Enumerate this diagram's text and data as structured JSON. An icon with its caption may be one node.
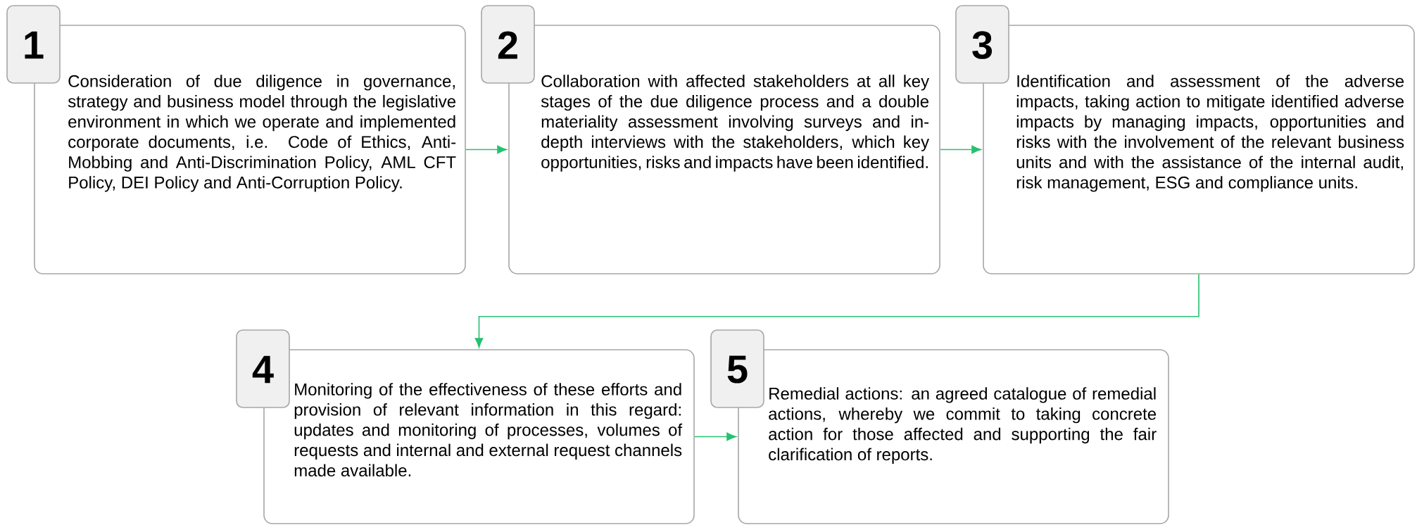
{
  "diagram": {
    "nodes": [
      {
        "text": [
          "1",
          "Consideration of due diligence in governance, strategy and business model through the legislative environment in which we operate and implemented corporate documents, i.e. Code of Ethics, Anti-Mobbing and Anti-Discrimination Policy, AML CFT Policy, DEI Policy and Anti-Corruption Policy."
        ]
      },
      {
        "text": [
          "2",
          "Collaboration with affected stakeholders at all key stages of the due diligence process and a double materiality assessment involving surveys and in-depth interviews with the stakeholders, which key opportunities, risks and impacts have been identified."
        ]
      },
      {
        "text": [
          "3",
          "Identification and assessment of the adverse impacts, taking action to mitigate identified adverse impacts by managing impacts, opportunities and risks with the involvement of the relevant business units and with the assistance of the internal audit, risk management, ESG and compliance units."
        ]
      },
      {
        "text": [
          "4",
          "Monitoring of the effectiveness of these efforts and provision of relevant information in this regard: updates and monitoring of processes, volumes of requests and internal and external request channels made available."
        ]
      },
      {
        "text": [
          "5",
          "Remedial actions: an agreed catalogue of remedial actions, whereby we commit to taking concrete action for those affected and supporting the fair clarification of reports."
        ]
      }
    ],
    "edges": [
      {
        "from": 0,
        "to": 1,
        "arrow": "to"
      },
      {
        "from": 1,
        "to": 2,
        "arrow": "to"
      },
      {
        "from": 2,
        "to": 3,
        "arrow": "to"
      },
      {
        "from": 3,
        "to": 4,
        "arrow": "to"
      }
    ]
  }
}
